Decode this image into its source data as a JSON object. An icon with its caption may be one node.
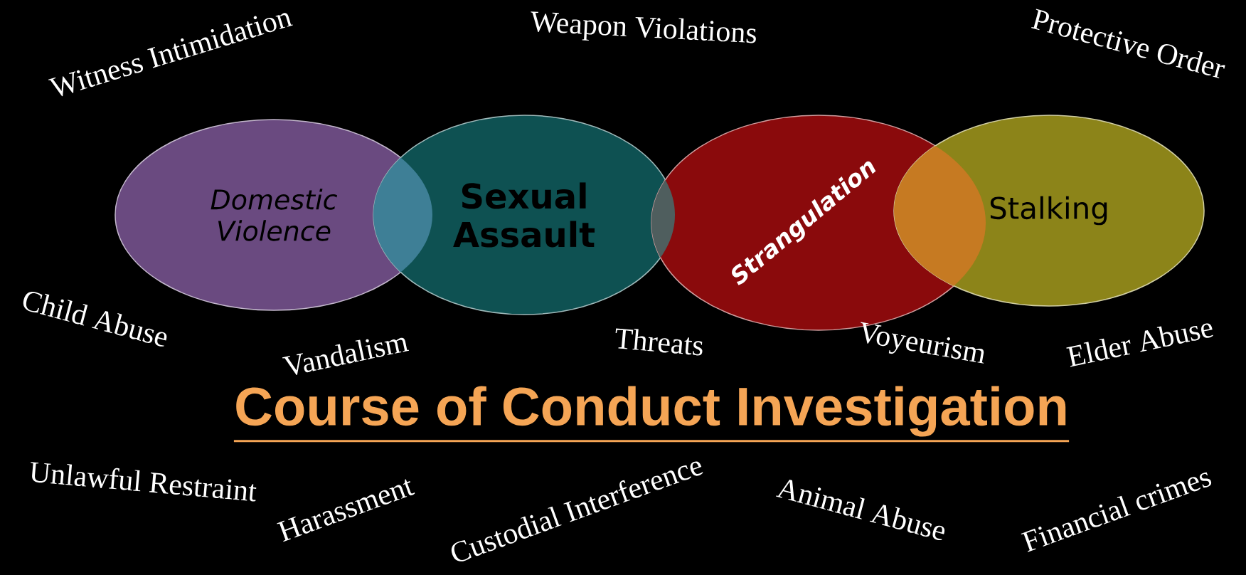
{
  "diagram": {
    "title": "Course of Conduct Investigation",
    "nodes": [
      {
        "text": [
          "Domestic Violence"
        ]
      },
      {
        "text": [
          "Sexual Assault"
        ]
      },
      {
        "text": [
          "Strangulation"
        ]
      },
      {
        "text": [
          "Stalking"
        ]
      }
    ],
    "labels": [
      "Witness Intimidation",
      "Weapon Violations",
      "Protective Order",
      "Child Abuse",
      "Vandalism",
      "Threats",
      "Voyeurism",
      "Elder Abuse",
      "Unlawful Restraint",
      "Harassment",
      "Custodial Interference",
      "Animal Abuse",
      "Financial crimes"
    ]
  }
}
